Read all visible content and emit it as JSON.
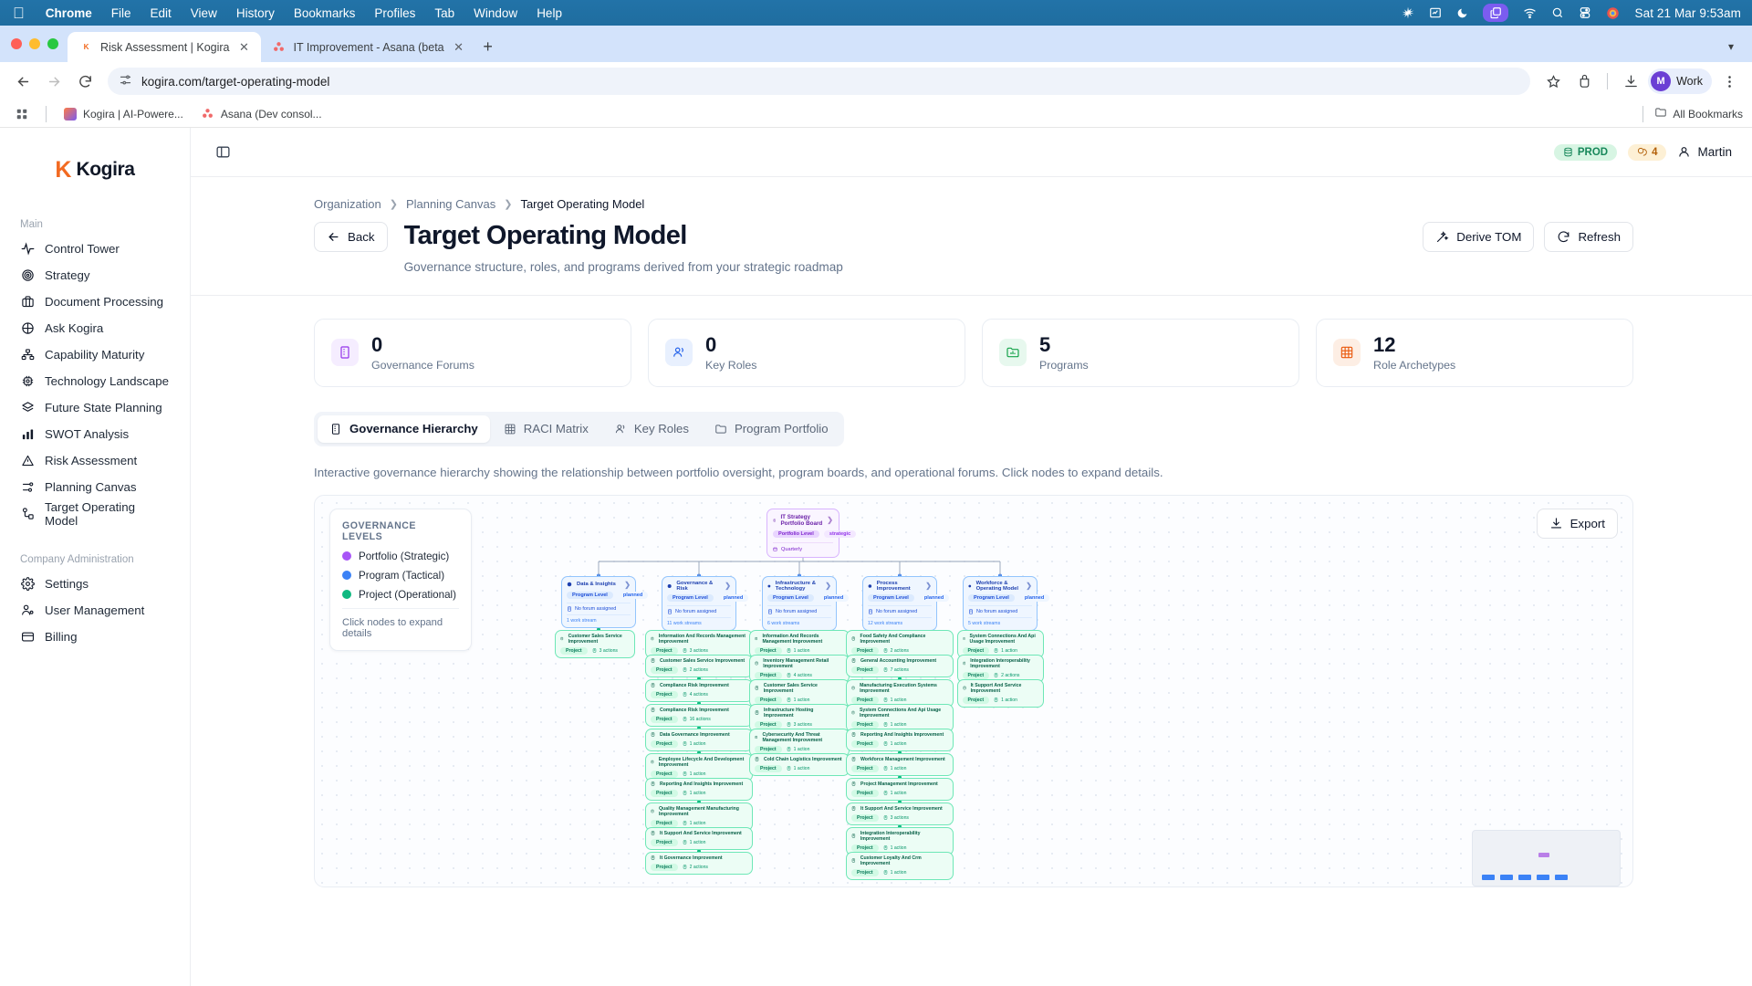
{
  "os": {
    "menu": [
      "Chrome",
      "File",
      "Edit",
      "View",
      "History",
      "Bookmarks",
      "Profiles",
      "Tab",
      "Window",
      "Help"
    ],
    "status_icons": [
      "siri-icon",
      "stocks-icon",
      "moon-icon",
      "screen-mirroring-icon",
      "wifi-icon",
      "search-icon",
      "control-center-icon",
      "user-account-icon"
    ],
    "clock": "Sat 21 Mar  9:53am"
  },
  "browser": {
    "tabs": [
      {
        "title": "Risk Assessment | Kogira",
        "favicon": "kogira-favicon",
        "active": true
      },
      {
        "title": "IT Improvement - Asana (beta",
        "favicon": "asana-favicon",
        "active": false
      }
    ],
    "new_tab_label": "+",
    "url": "kogira.com/target-operating-model",
    "profile_label": "Work",
    "profile_initial": "M",
    "bookmarks": [
      {
        "label": "Kogira | AI-Powere...",
        "favicon": "kogira-bookmark-icon"
      },
      {
        "label": "Asana (Dev consol...",
        "favicon": "asana-bookmark-icon"
      }
    ],
    "all_bookmarks_label": "All Bookmarks"
  },
  "sidebar": {
    "logo": {
      "mark": "K",
      "word": "Kogira"
    },
    "sections": [
      {
        "title": "Main",
        "items": [
          {
            "label": "Control Tower",
            "icon": "activity-icon"
          },
          {
            "label": "Strategy",
            "icon": "target-icon"
          },
          {
            "label": "Document Processing",
            "icon": "briefcase-icon"
          },
          {
            "label": "Ask Kogira",
            "icon": "globe-icon"
          },
          {
            "label": "Capability Maturity",
            "icon": "hierarchy-icon"
          },
          {
            "label": "Technology Landscape",
            "icon": "cpu-icon"
          },
          {
            "label": "Future State Planning",
            "icon": "layers-icon"
          },
          {
            "label": "SWOT Analysis",
            "icon": "bar-chart-icon"
          },
          {
            "label": "Risk Assessment",
            "icon": "alert-triangle-icon"
          },
          {
            "label": "Planning Canvas",
            "icon": "sliders-icon"
          },
          {
            "label": "Target Operating Model",
            "icon": "nodes-icon"
          }
        ]
      },
      {
        "title": "Company Administration",
        "items": [
          {
            "label": "Settings",
            "icon": "gear-icon"
          },
          {
            "label": "User Management",
            "icon": "user-cog-icon"
          },
          {
            "label": "Billing",
            "icon": "credit-card-icon"
          }
        ]
      }
    ]
  },
  "topbar": {
    "env_badge": "PROD",
    "notification_count": "4",
    "user": "Martin"
  },
  "page": {
    "breadcrumb": [
      "Organization",
      "Planning Canvas",
      "Target Operating Model"
    ],
    "back_label": "Back",
    "title": "Target Operating Model",
    "subtitle": "Governance structure, roles, and programs derived from your strategic roadmap",
    "actions": [
      {
        "label": "Derive TOM",
        "icon": "wand-icon"
      },
      {
        "label": "Refresh",
        "icon": "refresh-icon"
      }
    ],
    "stats": [
      {
        "value": "0",
        "label": "Governance Forums",
        "icon": "building-icon",
        "color": "#9333ea",
        "bg": "#f5edff"
      },
      {
        "value": "0",
        "label": "Key Roles",
        "icon": "users-icon",
        "color": "#2563eb",
        "bg": "#e8f0fe"
      },
      {
        "value": "5",
        "label": "Programs",
        "icon": "folder-chart-icon",
        "color": "#16a34a",
        "bg": "#e7f8ee"
      },
      {
        "value": "12",
        "label": "Role Archetypes",
        "icon": "grid-icon",
        "color": "#ea580c",
        "bg": "#fdeee4"
      }
    ],
    "tabs": [
      {
        "label": "Governance Hierarchy",
        "icon": "building-icon",
        "active": true
      },
      {
        "label": "RACI Matrix",
        "icon": "grid-icon",
        "active": false
      },
      {
        "label": "Key Roles",
        "icon": "users-icon",
        "active": false
      },
      {
        "label": "Program Portfolio",
        "icon": "folder-icon",
        "active": false
      }
    ],
    "hint": "Interactive governance hierarchy showing the relationship between portfolio oversight, program boards, and operational forums. Click nodes to expand details.",
    "export_label": "Export"
  },
  "legend": {
    "title": "GOVERNANCE LEVELS",
    "items": [
      {
        "label": "Portfolio (Strategic)",
        "color": "#a855f7"
      },
      {
        "label": "Program (Tactical)",
        "color": "#3b82f6"
      },
      {
        "label": "Project (Operational)",
        "color": "#10b981"
      }
    ],
    "footer": "Click nodes to expand details"
  },
  "hierarchy": {
    "root": {
      "title": "IT Strategy Portfolio Board",
      "chips": [
        "Portfolio Level",
        "strategic"
      ],
      "cadence": "Quarterly"
    },
    "programs": [
      {
        "title": "Data & Insights",
        "chips": [
          "Program Level",
          "planned"
        ],
        "forum": "No forum assigned",
        "streams": "1 work stream"
      },
      {
        "title": "Governance & Risk",
        "chips": [
          "Program Level",
          "planned"
        ],
        "forum": "No forum assigned",
        "streams": "11 work streams"
      },
      {
        "title": "Infrastructure & Technology",
        "chips": [
          "Program Level",
          "planned"
        ],
        "forum": "No forum assigned",
        "streams": "6 work streams"
      },
      {
        "title": "Process Improvement",
        "chips": [
          "Program Level",
          "planned"
        ],
        "forum": "No forum assigned",
        "streams": "12 work streams"
      },
      {
        "title": "Workforce & Operating Model",
        "chips": [
          "Program Level",
          "planned"
        ],
        "forum": "No forum assigned",
        "streams": "5 work streams"
      }
    ],
    "project_chip": "Project",
    "columns": [
      {
        "projects": [
          {
            "title": "Customer Sales Service Improvement",
            "actions": "3 actions"
          }
        ]
      },
      {
        "projects": [
          {
            "title": "Information And Records Management Improvement",
            "actions": "3 actions"
          },
          {
            "title": "Customer Sales Service Improvement",
            "actions": "2 actions"
          },
          {
            "title": "Compliance Risk Improvement",
            "actions": "4 actions"
          },
          {
            "title": "Compliance Risk Improvement",
            "actions": "16 actions"
          },
          {
            "title": "Data Governance Improvement",
            "actions": "1 action"
          },
          {
            "title": "Employee Lifecycle And Development Improvement",
            "actions": "1 action"
          },
          {
            "title": "Reporting And Insights Improvement",
            "actions": "1 action"
          },
          {
            "title": "Quality Management Manufacturing Improvement",
            "actions": "1 action"
          },
          {
            "title": "It Support And Service Improvement",
            "actions": "1 action"
          },
          {
            "title": "It Governance Improvement",
            "actions": "2 actions"
          }
        ]
      },
      {
        "projects": [
          {
            "title": "Information And Records Management Improvement",
            "actions": "1 action"
          },
          {
            "title": "Inventory Management Retail Improvement",
            "actions": "4 actions"
          },
          {
            "title": "Customer Sales Service Improvement",
            "actions": "1 action"
          },
          {
            "title": "Infrastructure Hosting Improvement",
            "actions": "3 actions"
          },
          {
            "title": "Cybersecurity And Threat Management Improvement",
            "actions": "1 action"
          },
          {
            "title": "Cold Chain Logistics Improvement",
            "actions": "1 action"
          }
        ]
      },
      {
        "projects": [
          {
            "title": "Food Safety And Compliance Improvement",
            "actions": "2 actions"
          },
          {
            "title": "General Accounting Improvement",
            "actions": "7 actions"
          },
          {
            "title": "Manufacturing Execution Systems Improvement",
            "actions": "1 action"
          },
          {
            "title": "System Connections And Api Usage Improvement",
            "actions": "1 action"
          },
          {
            "title": "Reporting And Insights Improvement",
            "actions": "1 action"
          },
          {
            "title": "Workforce Management Improvement",
            "actions": "1 action"
          },
          {
            "title": "Project Management Improvement",
            "actions": "1 action"
          },
          {
            "title": "It Support And Service Improvement",
            "actions": "3 actions"
          },
          {
            "title": "Integration Interoperability Improvement",
            "actions": "1 action"
          },
          {
            "title": "Customer Loyalty And Crm Improvement",
            "actions": "1 action"
          }
        ]
      },
      {
        "projects": [
          {
            "title": "System Connections And Api Usage Improvement",
            "actions": "1 action"
          },
          {
            "title": "Integration Interoperability Improvement",
            "actions": "2 actions"
          },
          {
            "title": "It Support And Service Improvement",
            "actions": "1 action"
          }
        ]
      }
    ]
  }
}
